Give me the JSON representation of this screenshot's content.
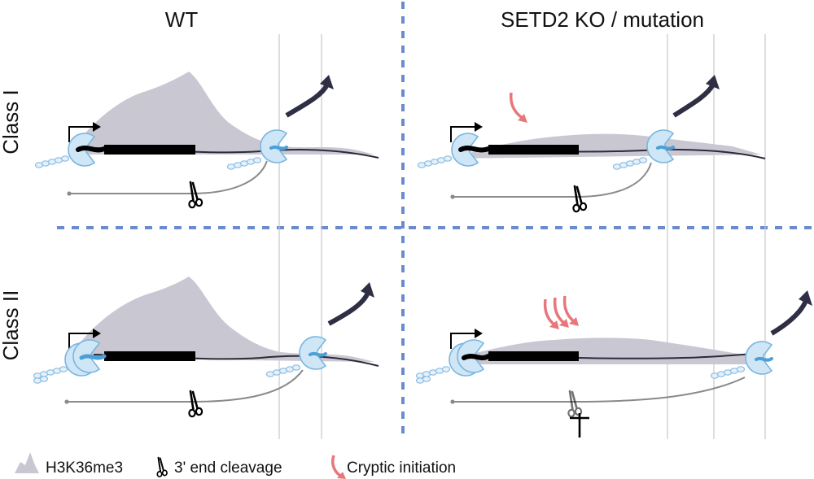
{
  "headers": {
    "left": "WT",
    "right": "SETD2 KO / mutation"
  },
  "rows": {
    "top": "Class I",
    "bottom": "Class II"
  },
  "legend": {
    "h3k36me3": "H3K36me3",
    "cleavage": "3' end cleavage",
    "cryptic": "Cryptic initiation"
  },
  "colors": {
    "h3k36me3_fill": "#c9c8d2",
    "polymerase_fill": "#cfe6f6",
    "polymerase_stroke": "#7ab6de",
    "exon": "#000000",
    "rna": "#2b2b3a",
    "arrow": "#2e2f45",
    "cryptic_arrow": "#e8777b",
    "divider": "#6b8ccc",
    "guide_line": "#c8c8c8"
  }
}
